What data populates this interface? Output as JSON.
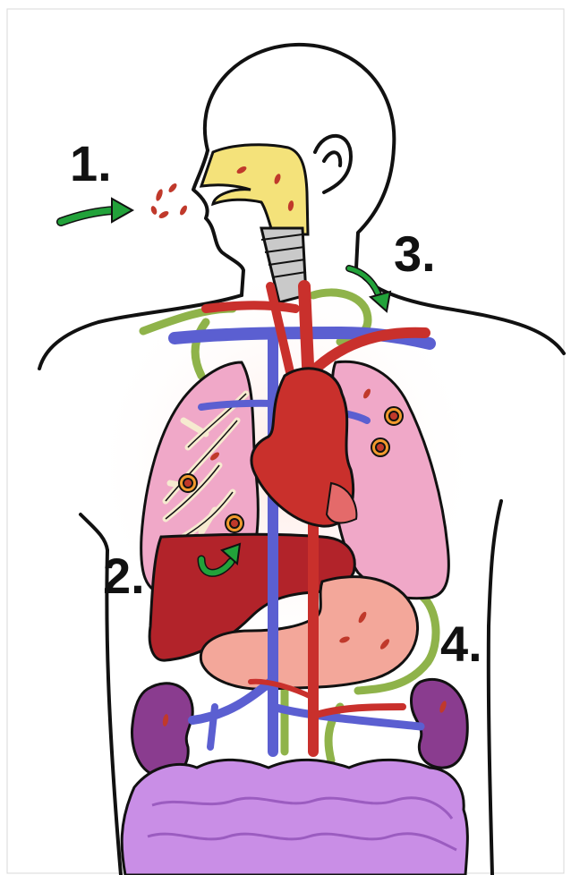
{
  "diagram": {
    "steps": [
      {
        "id": "step-1",
        "label": "1."
      },
      {
        "id": "step-2",
        "label": "2."
      },
      {
        "id": "step-3",
        "label": "3."
      },
      {
        "id": "step-4",
        "label": "4."
      }
    ]
  },
  "colors": {
    "outline": "#111111",
    "airway": "#f4e27a",
    "trachea": "#c9c9c9",
    "artery": "#c9302c",
    "vein": "#5b5fd1",
    "lymph": "#8fb34a",
    "lung": "#f0a8c8",
    "liver": "#b2232a",
    "stomach": "#f3a79a",
    "kidney": "#8a3c8f",
    "intestine": "#c98ee6",
    "arrow": "#22a23a",
    "particle": "#c0392b"
  }
}
